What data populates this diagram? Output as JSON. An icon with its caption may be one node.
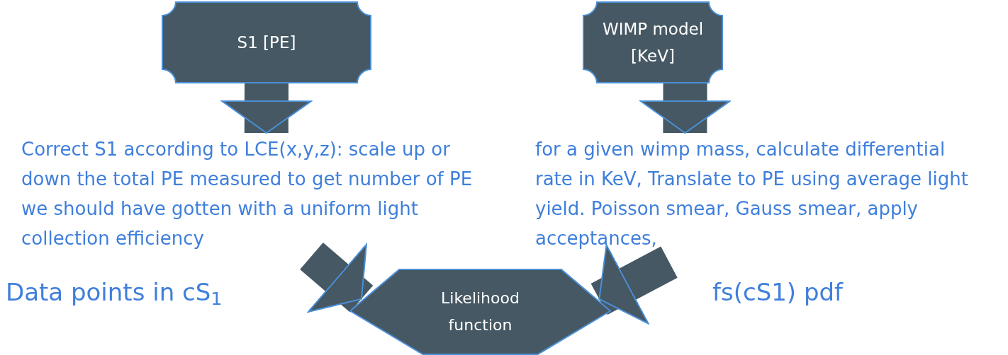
{
  "diagram": {
    "nodes": [
      {
        "text": [
          "S1 [PE]"
        ]
      },
      {
        "text": [
          "Correct S1 according to LCE(x,y,z): scale up or down the total PE measured to get number of PE we should have gotten with a uniform light collection efficiency"
        ]
      },
      {
        "text": [
          "WIMP model [KeV]"
        ]
      },
      {
        "text": [
          "for a given wimp mass, calculate differential rate in KeV, Translate to PE using average light yield. Poisson smear, Gauss smear, apply acceptances,"
        ]
      },
      {
        "text": [
          "Likelihood function"
        ]
      }
    ],
    "edges": [
      {
        "from": 0,
        "to": 1,
        "arrow": "to"
      },
      {
        "from": 2,
        "to": 3,
        "arrow": "to"
      },
      {
        "from": 1,
        "to": 4,
        "arrow": "to"
      },
      {
        "from": 3,
        "to": 4,
        "arrow": "to"
      }
    ],
    "labels": [
      "Data points in cS$_{1}$",
      "fs(cS1) pdf"
    ]
  }
}
